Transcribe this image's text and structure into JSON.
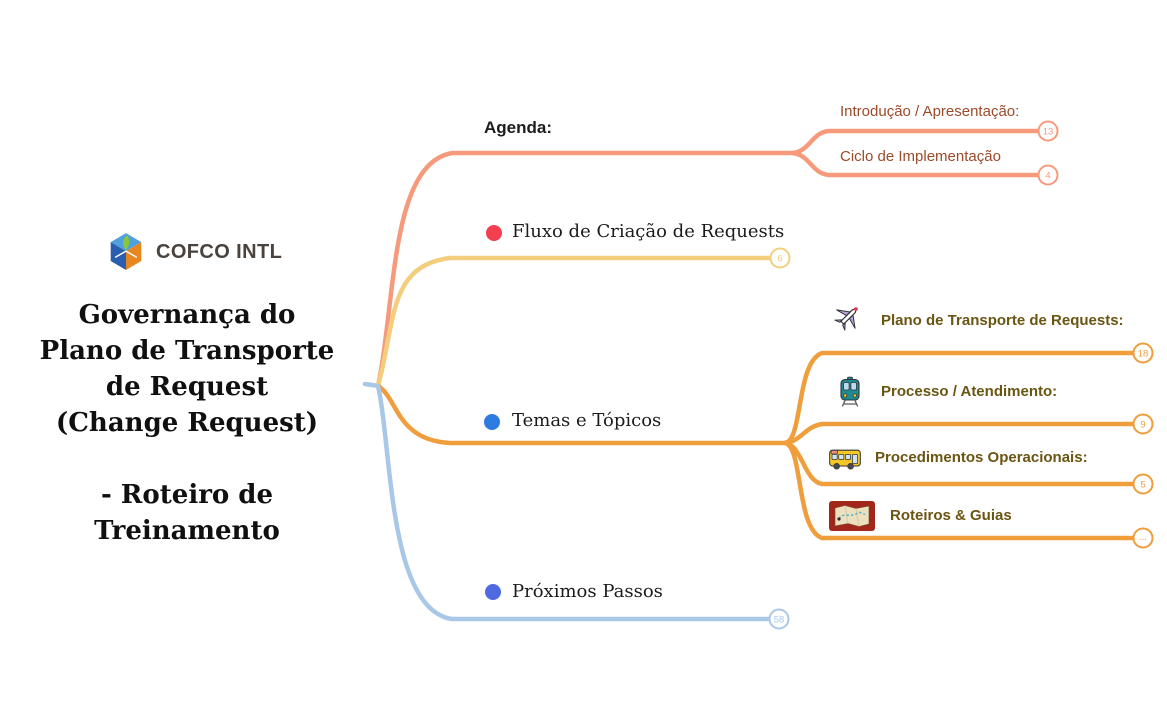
{
  "root_node": {
    "logo_text": "COFCO INTL",
    "title_lines": [
      "Governança do",
      "Plano de Transporte",
      "de Request",
      "(Change Request)",
      "",
      "- Roteiro de",
      "Treinamento"
    ]
  },
  "center_node": {
    "label": "Agenda:"
  },
  "branches": {
    "agenda": {
      "line_color": "#F79A7B",
      "text_color": "#9C4A2A",
      "children": [
        {
          "label": "Introdução / Apresentação:",
          "badge": "13"
        },
        {
          "label": "Ciclo de Implementação",
          "badge": "4"
        }
      ]
    },
    "fluxo": {
      "label": "Fluxo de Criação de Requests",
      "badge": "6",
      "line_color": "#F2CE7E",
      "bullet_color": "#F23E4E",
      "bullet": "red-circle"
    },
    "temas": {
      "label": "Temas e Tópicos",
      "line_color": "#F09D3C",
      "text_color": "#6B5512",
      "bullet_color": "#2E7CE0",
      "bullet": "blue-circle",
      "children": [
        {
          "label": "Plano de Transporte de Requests:",
          "badge": "18",
          "icon": "airplane"
        },
        {
          "label": "Processo / Atendimento:",
          "badge": "9",
          "icon": "train"
        },
        {
          "label": "Procedimentos Operacionais:",
          "badge": "5",
          "icon": "bus"
        },
        {
          "label": "Roteiros & Guias",
          "badge": "...",
          "icon": "world-map"
        }
      ]
    },
    "proximos": {
      "label": "Próximos Passos",
      "badge": "58",
      "line_color": "#A9C8E8",
      "bullet_color": "#5069E1",
      "bullet": "indigo-circle"
    }
  }
}
